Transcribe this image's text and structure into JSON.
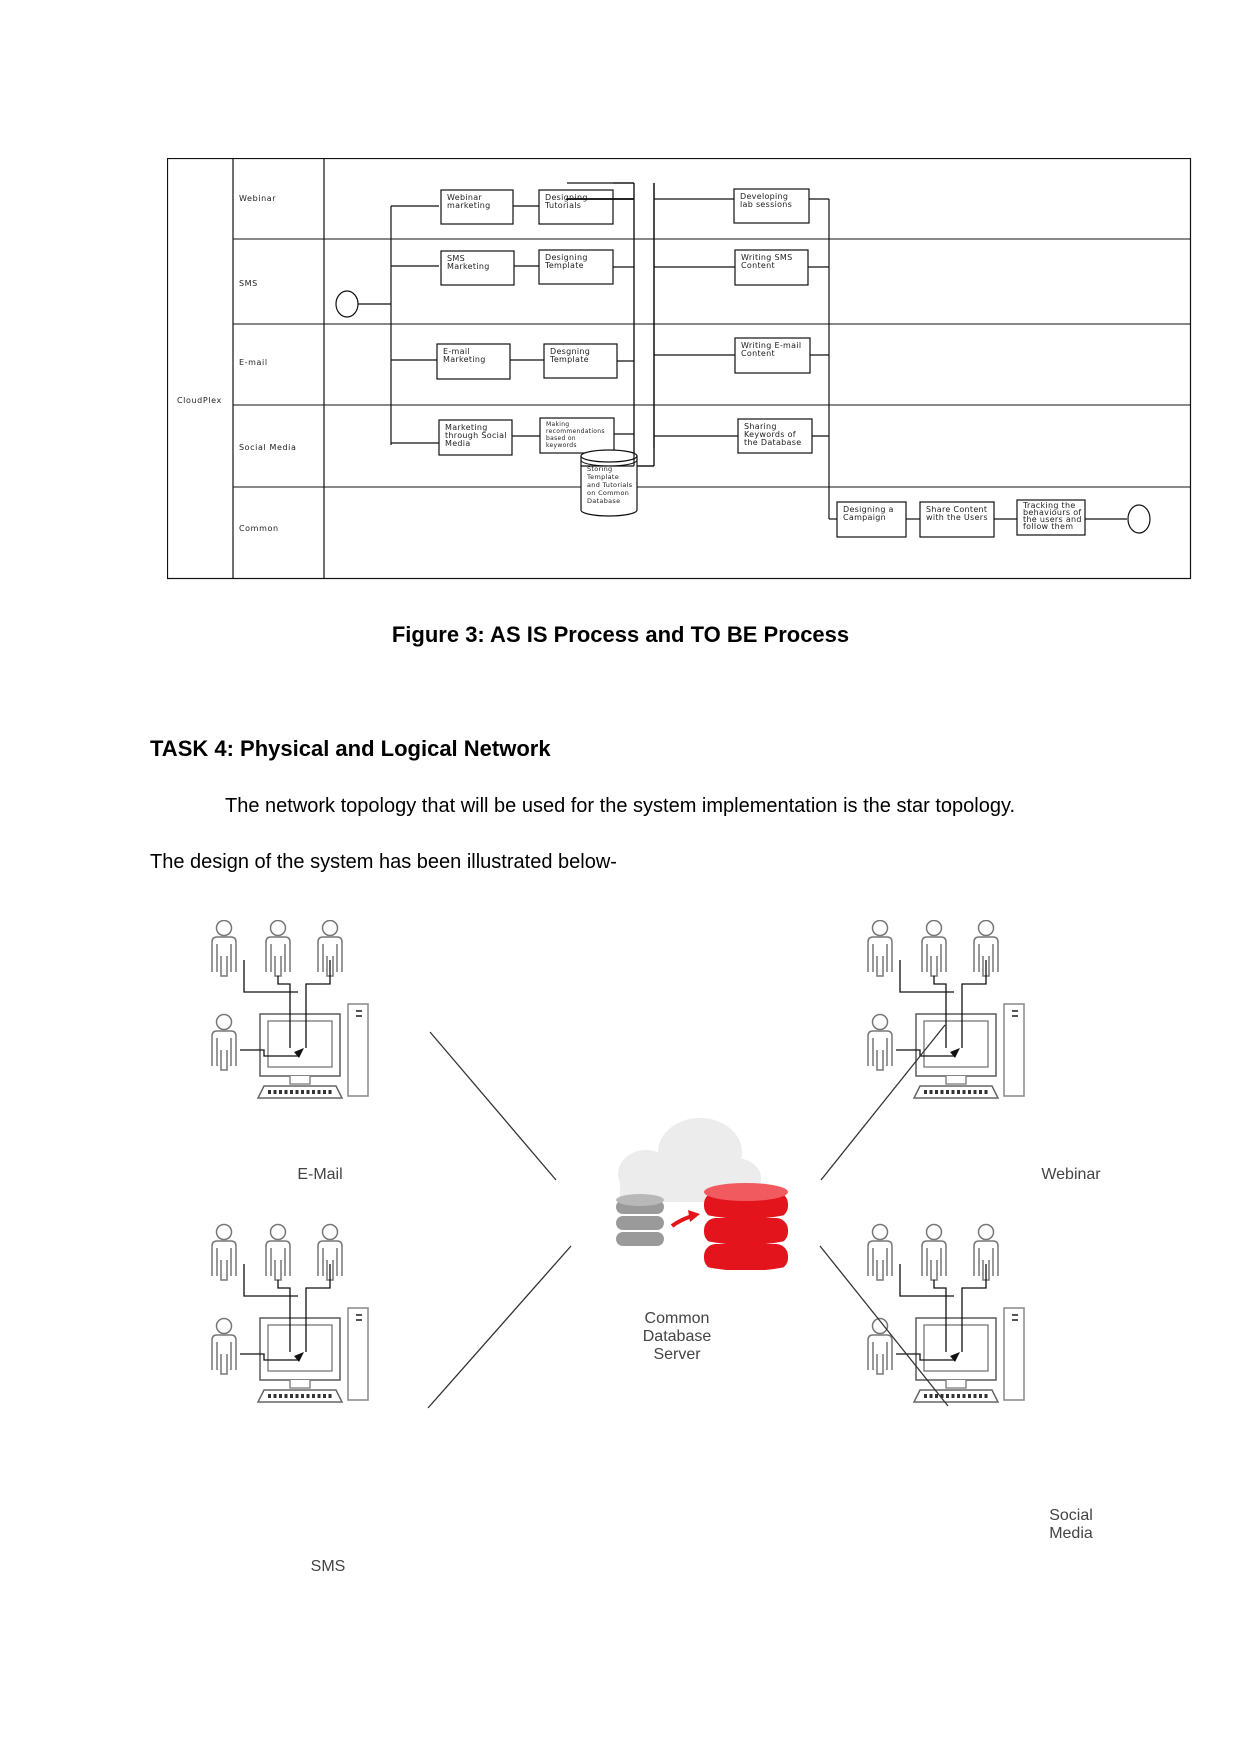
{
  "process_diagram": {
    "pool": "CloudPlex",
    "lanes": [
      "Webinar",
      "SMS",
      "E-mail",
      "Social Media",
      "Common"
    ],
    "tasks": {
      "webinar_marketing": [
        "Webinar",
        "marketing"
      ],
      "designing_tutorials": [
        "Designing",
        "Tutorials"
      ],
      "developing_lab": [
        "Developing",
        "lab sessions"
      ],
      "sms_marketing": [
        "SMS",
        "Marketing"
      ],
      "designing_template_sms": [
        "Designing",
        "Template"
      ],
      "writing_sms": [
        "Writing SMS",
        "Content"
      ],
      "email_marketing": [
        "E-mail",
        "Marketing"
      ],
      "designing_template_email": [
        "Desgning",
        "Template"
      ],
      "writing_email": [
        "Writing E-mail",
        "Content"
      ],
      "marketing_social": [
        "Marketing",
        "through Social",
        "Media"
      ],
      "making_recommendations": [
        "Making",
        "recommendations",
        "based on",
        "keywords"
      ],
      "sharing_keywords": [
        "Sharing",
        "Keywords of",
        "the Database"
      ],
      "storing_template": [
        "Storing",
        "Template",
        "and Tutorials",
        "on Common",
        "Database"
      ],
      "designing_campaign": [
        "Designing a",
        "Campaign"
      ],
      "share_content": [
        "Share Content",
        "with the Users"
      ],
      "tracking": [
        "Tracking the",
        "behaviours of",
        "the users and",
        "follow them"
      ]
    }
  },
  "caption": "Figure 3: AS IS Process and TO BE Process",
  "heading": "TASK 4: Physical and Logical Network",
  "paragraph1": "The network topology that will be used for the system implementation is the star topology.",
  "paragraph2": "The design of the system has been illustrated below-",
  "network_diagram": {
    "nodes": {
      "email": [
        "E-Mail"
      ],
      "webinar": [
        "Webinar"
      ],
      "sms": [
        "SMS"
      ],
      "social": [
        "Social",
        "Media"
      ],
      "server": [
        "Common",
        "Database",
        "Server"
      ]
    },
    "colors": {
      "database_red": "#e3141b",
      "database_grey": "#9a9a9a",
      "cloud": "#ececec"
    }
  }
}
